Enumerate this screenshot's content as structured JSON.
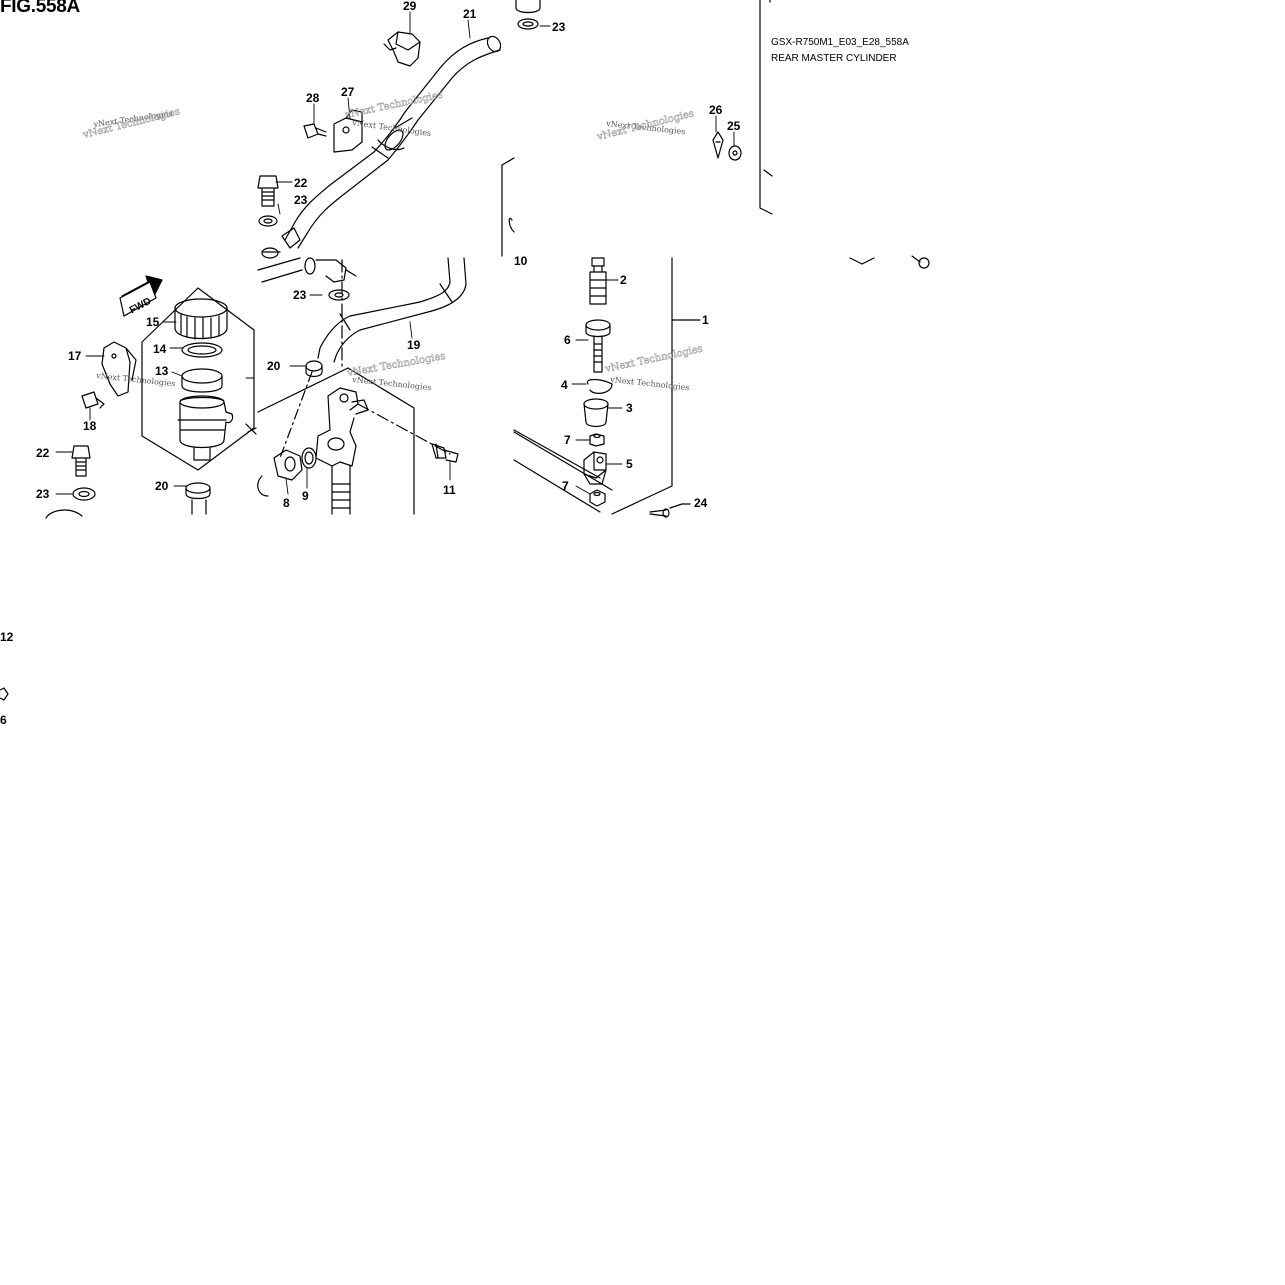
{
  "figure": {
    "title": "FIG.558A",
    "model_code": "GSX-R750M1_E03_E28_558A",
    "part_name": "REAR MASTER CYLINDER",
    "fwd_label": "FWD",
    "watermark": "vNext Technologies"
  },
  "callouts": [
    {
      "id": "c29",
      "label": "29"
    },
    {
      "id": "c21",
      "label": "21"
    },
    {
      "id": "c23a",
      "label": "23"
    },
    {
      "id": "c28",
      "label": "28"
    },
    {
      "id": "c27",
      "label": "27"
    },
    {
      "id": "c26",
      "label": "26"
    },
    {
      "id": "c25",
      "label": "25"
    },
    {
      "id": "c22a",
      "label": "22"
    },
    {
      "id": "c23b",
      "label": "23"
    },
    {
      "id": "c10",
      "label": "10"
    },
    {
      "id": "c2",
      "label": "2"
    },
    {
      "id": "c23c",
      "label": "23"
    },
    {
      "id": "c1",
      "label": "1"
    },
    {
      "id": "c15",
      "label": "15"
    },
    {
      "id": "c19",
      "label": "19"
    },
    {
      "id": "c6",
      "label": "6"
    },
    {
      "id": "c14",
      "label": "14"
    },
    {
      "id": "c17",
      "label": "17"
    },
    {
      "id": "c20a",
      "label": "20"
    },
    {
      "id": "c13",
      "label": "13"
    },
    {
      "id": "c4",
      "label": "4"
    },
    {
      "id": "c3",
      "label": "3"
    },
    {
      "id": "c18",
      "label": "18"
    },
    {
      "id": "c7a",
      "label": "7"
    },
    {
      "id": "c22b",
      "label": "22"
    },
    {
      "id": "c5",
      "label": "5"
    },
    {
      "id": "c20b",
      "label": "20"
    },
    {
      "id": "c11",
      "label": "11"
    },
    {
      "id": "c7b",
      "label": "7"
    },
    {
      "id": "c23d",
      "label": "23"
    },
    {
      "id": "c8",
      "label": "8"
    },
    {
      "id": "c9",
      "label": "9"
    },
    {
      "id": "c24",
      "label": "24"
    },
    {
      "id": "c12",
      "label": "12"
    },
    {
      "id": "c16",
      "label": "6"
    }
  ]
}
